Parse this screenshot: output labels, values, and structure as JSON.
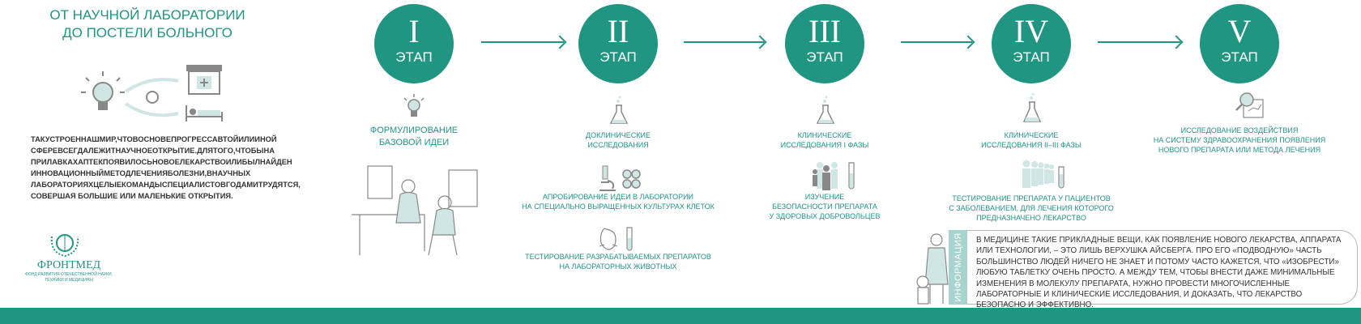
{
  "title": {
    "line1": "ОТ НАУЧНОЙ ЛАБОРАТОРИИ",
    "line2": "ДО ПОСТЕЛИ БОЛЬНОГО"
  },
  "intro": [
    "ТАКУСТРОЕННАШМИР,ЧТОВОСНОВЕПРОГРЕССАВТОЙИЛИИНОЙ",
    "СФЕРЕВСЕГДАЛЕЖИТНАУЧНОЕОТКРЫТИЕ.ДЛЯТОГО,ЧТОБЫНА",
    "ПРИЛАВКАХАПТЕКПОЯВИЛОСЬНОВОЕЛЕКАРСТВОИЛИБЫЛНАЙДЕН",
    "ИННОВАЦИОННЫЙМЕТОДЛЕЧЕНИЯБОЛЕЗНИ,ВНАУЧНЫХ",
    "ЛАБОРАТОРИЯХЦЕЛЫЕКОМАНДЫСПЕЦИАЛИСТОВГОДАМИТРУДЯТСЯ,",
    "СОВЕРШАЯ БОЛЬШИЕ ИЛИ МАЛЕНЬКИЕ ОТКРЫТИЯ."
  ],
  "logo": {
    "name": "ФРОНТМЕД",
    "sub1": "ФОНД РАЗВИТИЯ ОТЕЧЕСТВЕННОЙ НАУКИ,",
    "sub2": "ТЕХНИКИ И МЕДИЦИНЫ"
  },
  "stage_label": "ЭТАП",
  "stages": [
    {
      "num": "I",
      "captions": [
        [
          "ФОРМУЛИРОВАНИЕ",
          "БАЗОВОЙ ИДЕИ"
        ]
      ]
    },
    {
      "num": "II",
      "captions": [
        [
          "ДОКЛИНИЧЕСКИЕ",
          "ИССЛЕДОВАНИЯ"
        ],
        [
          "АПРОБИРОВАНИЕ ИДЕИ В ЛАБОРАТОРИИ",
          "НА СПЕЦИАЛЬНО ВЫРАЩЕННЫХ КУЛЬТУРАХ КЛЕТОК"
        ],
        [
          "ТЕСТИРОВАНИЕ РАЗРАБАТЫВАЕМЫХ ПРЕПАРАТОВ",
          "НА ЛАБОРАТОРНЫХ ЖИВОТНЫХ"
        ]
      ]
    },
    {
      "num": "III",
      "captions": [
        [
          "КЛИНИЧЕСКИЕ",
          "ИССЛЕДОВАНИЯ I ФАЗЫ"
        ],
        [
          "ИЗУЧЕНИЕ",
          "БЕЗОПАСНОСТИ ПРЕПАРАТА",
          "У ЗДОРОВЫХ ДОБРОВОЛЬЦЕВ"
        ]
      ]
    },
    {
      "num": "IV",
      "captions": [
        [
          "КЛИНИЧЕСКИЕ",
          "ИССЛЕДОВАНИЯ II–III ФАЗЫ"
        ],
        [
          "ТЕСТИРОВАНИЕ ПРЕПАРАТА У ПАЦИЕНТОВ",
          "С ЗАБОЛЕВАНИЕМ, ДЛЯ ЛЕЧЕНИЯ КОТОРОГО",
          "ПРЕДНАЗНАЧЕНО ЛЕКАРСТВО"
        ]
      ]
    },
    {
      "num": "V",
      "captions": [
        [
          "ИССЛЕДОВАНИЕ ВОЗДЕЙСТВИЯ",
          "НА СИСТЕМУ ЗДРАВООХРАНЕНИЯ ПОЯВЛЕНИЯ",
          "НОВОГО ПРЕПАРАТА ИЛИ МЕТОДА ЛЕЧЕНИЯ"
        ]
      ]
    }
  ],
  "info": {
    "label": "ИНФОРМАЦИЯ",
    "text": "В МЕДИЦИНЕ ТАКИЕ ПРИКЛАДНЫЕ ВЕЩИ, КАК ПОЯВЛЕНИЕ НОВОГО ЛЕКАРСТВА, АППАРАТА ИЛИ ТЕХНОЛОГИИ, – ЭТО ЛИШЬ ВЕРХУШКА АЙСБЕРГА. ПРО ЕГО «ПОДВОДНУЮ» ЧАСТЬ БОЛЬШИНСТВО ЛЮДЕЙ НИЧЕГО НЕ ЗНАЕТ И ПОТОМУ ЧАСТО КАЖЕТСЯ, ЧТО «ИЗОБРЕСТИ» ЛЮБУЮ ТАБЛЕТКУ ОЧЕНЬ ПРОСТО. А МЕЖДУ ТЕМ, ЧТОБЫ ВНЕСТИ ДАЖЕ МИНИМАЛЬНЫЕ ИЗМЕНЕНИЯ В МОЛЕКУЛУ ПРЕПАРАТА, НУЖНО ПРОВЕСТИ МНОГОЧИСЛЕННЫЕ ЛАБОРАТОРНЫЕ И КЛИНИЧЕСКИЕ ИССЛЕДОВАНИЯ, И ДОКАЗАТЬ, ЧТО ЛЕКАРСТВО БЕЗОПАСНО И ЭФФЕКТИВНО."
  },
  "colors": {
    "brand": "#1f9582",
    "light": "#a8d4cf"
  }
}
